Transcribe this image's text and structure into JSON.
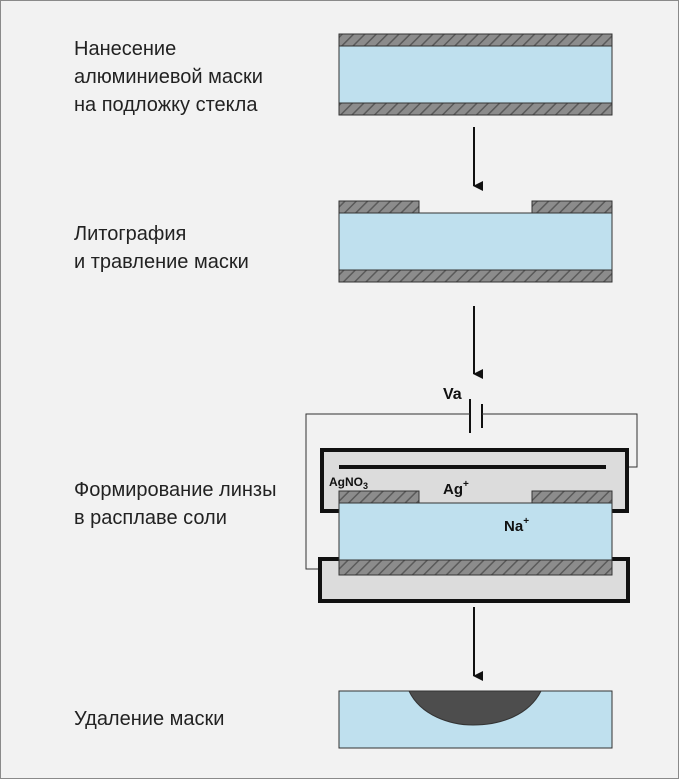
{
  "steps": [
    {
      "lines": [
        "Нанесение",
        "алюминиевой маски",
        "на подложку стекла"
      ]
    },
    {
      "lines": [
        "Литография",
        "и травление маски"
      ]
    },
    {
      "lines": [
        "Формирование линзы",
        "в расплаве соли"
      ]
    },
    {
      "lines": [
        "Удаление маски"
      ]
    }
  ],
  "labels": {
    "voltage": "Va",
    "salt_main": "AgNO",
    "salt_sub": "3",
    "silver_ion_main": "Ag",
    "silver_ion_sup": "+",
    "sodium_ion_main": "Na",
    "sodium_ion_sup": "+"
  },
  "colors": {
    "glass": "#bfe0ee",
    "mask": "#8c8c8c",
    "melt": "#dcdcdc",
    "lens": "#4d4d4d",
    "background": "#f2f2f2"
  }
}
